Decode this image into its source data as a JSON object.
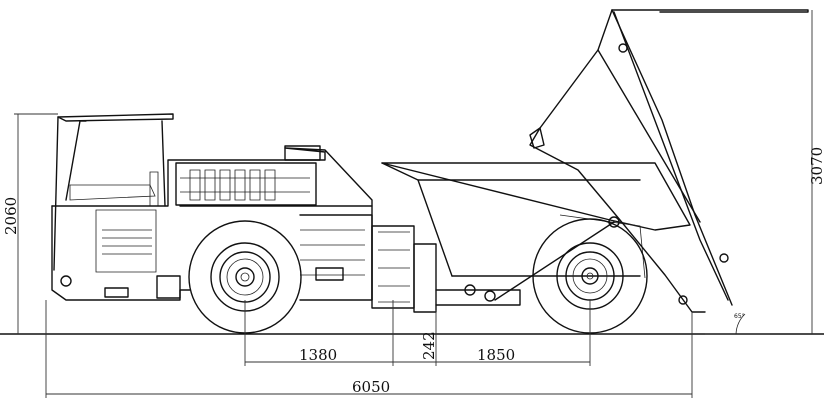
{
  "drawing": {
    "subject": "underground dump truck side view",
    "dimensions": {
      "overall_length": "6050",
      "front_axle_to_pivot": "1380",
      "pivot_offset": "242",
      "pivot_to_rear_axle": "1850",
      "cab_height": "2060",
      "dump_height": "3070",
      "dump_angle": "65°"
    }
  }
}
